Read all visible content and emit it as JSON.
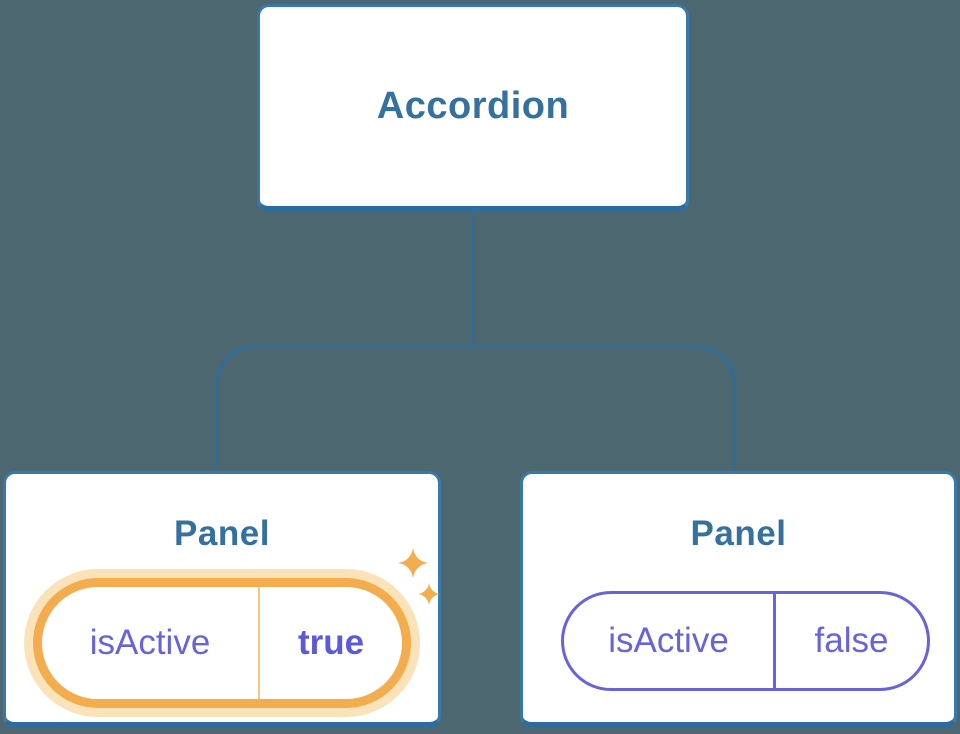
{
  "diagram": {
    "type": "component-tree",
    "background_color": "#4d6771",
    "node_border_color": "#3779aa",
    "connector_color": "#2d6c9e",
    "node_text_color": "#35719f",
    "state_text_color": "#6663dc",
    "highlight_color": "#f3ad4f",
    "highlight_glow_color": "#fae3b8",
    "root": {
      "label": "Accordion"
    },
    "panels": [
      {
        "title": "Panel",
        "state": {
          "key": "isActive",
          "value": "true"
        },
        "highlighted": true,
        "icon": "sparkles-icon"
      },
      {
        "title": "Panel",
        "state": {
          "key": "isActive",
          "value": "false"
        },
        "highlighted": false
      }
    ]
  }
}
